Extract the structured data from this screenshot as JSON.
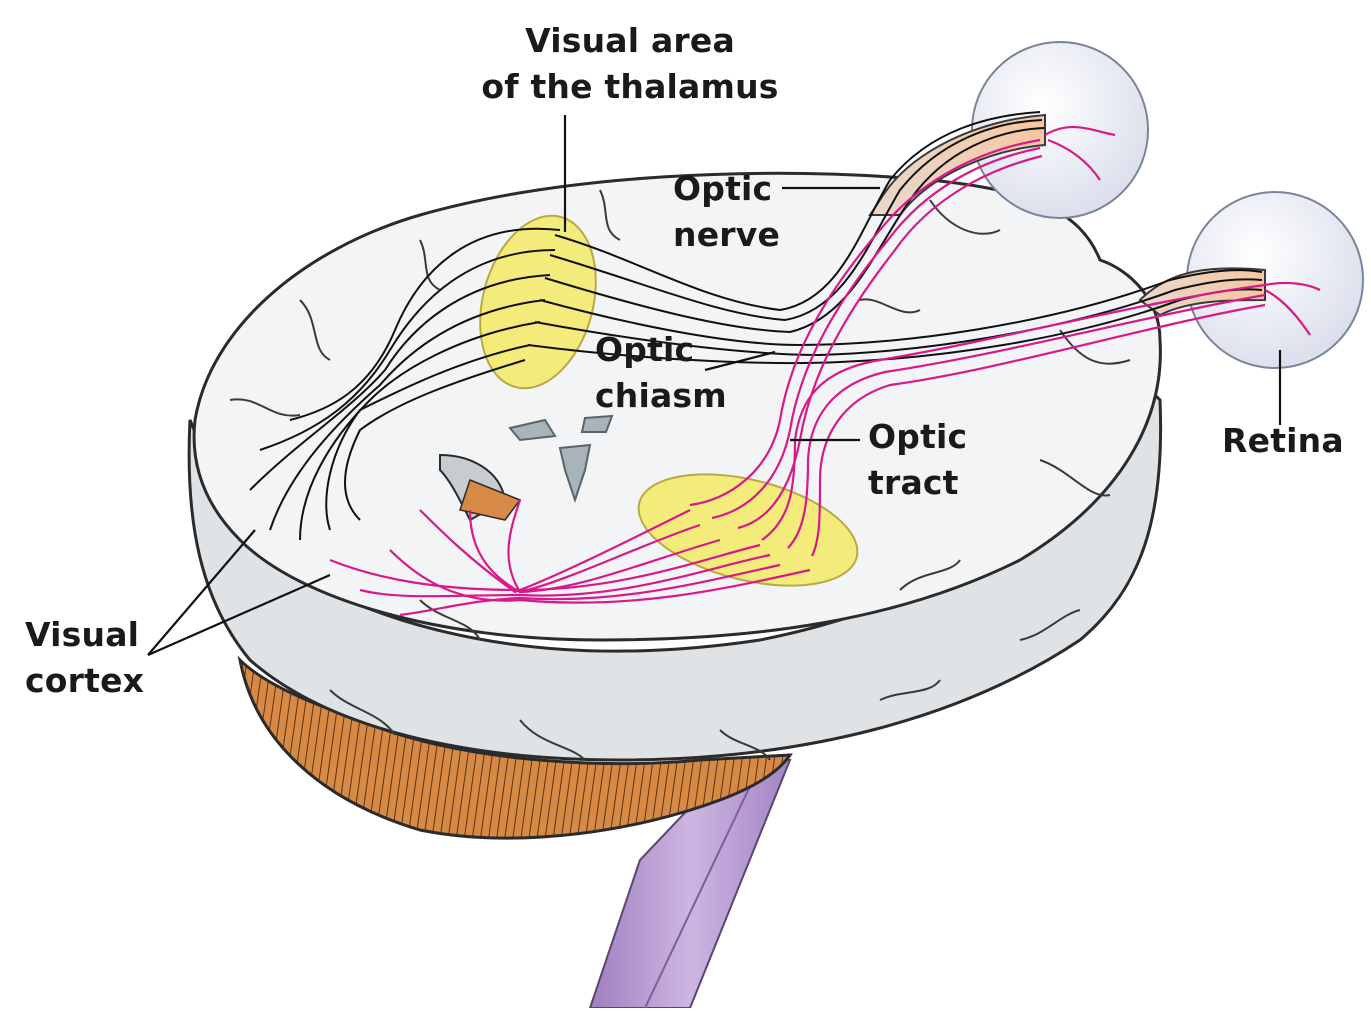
{
  "labels": {
    "thalamus": {
      "line1": "Visual area",
      "line2": "of the thalamus"
    },
    "optic_nerve": {
      "line1": "Optic",
      "line2": "nerve"
    },
    "optic_chiasm": {
      "line1": "Optic",
      "line2": "chiasm"
    },
    "optic_tract": {
      "line1": "Optic",
      "line2": "tract"
    },
    "retina": {
      "line1": "Retina"
    },
    "visual_cortex": {
      "line1": "Visual",
      "line2": "cortex"
    }
  },
  "colors": {
    "brain_tissue": "#eceff1",
    "brain_outline": "#2b2b2b",
    "thalamus_area": "#f4ec7a",
    "nerve_fibers_black": "#111111",
    "nerve_fibers_magenta": "#d8198a",
    "eyeball": "#e8ecf5",
    "cerebellum": "#d9914a",
    "brainstem": "#b79ad0"
  }
}
